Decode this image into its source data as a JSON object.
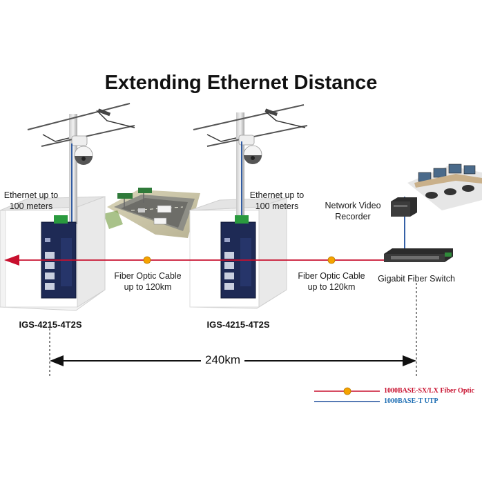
{
  "title": "Extending Ethernet Distance",
  "labels": {
    "ethernet_left": [
      "Ethernet up to",
      "100 meters"
    ],
    "ethernet_mid": [
      "Ethernet up to",
      "100 meters"
    ],
    "nvr": [
      "Network Video",
      "Recorder"
    ],
    "fiber_left": [
      "Fiber Optic Cable",
      "up to 120km"
    ],
    "fiber_right": [
      "Fiber Optic Cable",
      "up to 120km"
    ],
    "gigabit_switch": "Gigabit Fiber Switch",
    "model_left": "IGS-4215-4T2S",
    "model_mid": "IGS-4215-4T2S",
    "distance": "240km"
  },
  "legend": {
    "fiber": "1000BASE-SX/LX Fiber Optic",
    "utp": "1000BASE-T UTP"
  },
  "colors": {
    "fiber": "#c8102e",
    "utp": "#1f4e9c",
    "fiber_text": "#c8102e",
    "utp_text": "#1f6fb4",
    "connector": "#f5a300"
  }
}
